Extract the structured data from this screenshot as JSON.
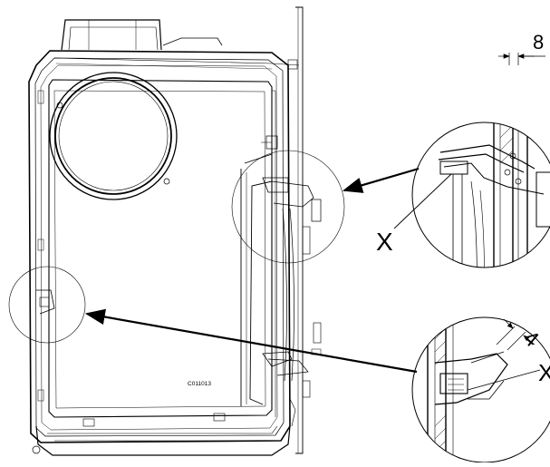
{
  "drawing": {
    "code": "C011013",
    "callouts": {
      "upper_dimension": "8",
      "upper_marker": "X",
      "lower_dimension": "4",
      "lower_marker": "X"
    },
    "colors": {
      "line": "#000000",
      "background": "#ffffff"
    }
  }
}
